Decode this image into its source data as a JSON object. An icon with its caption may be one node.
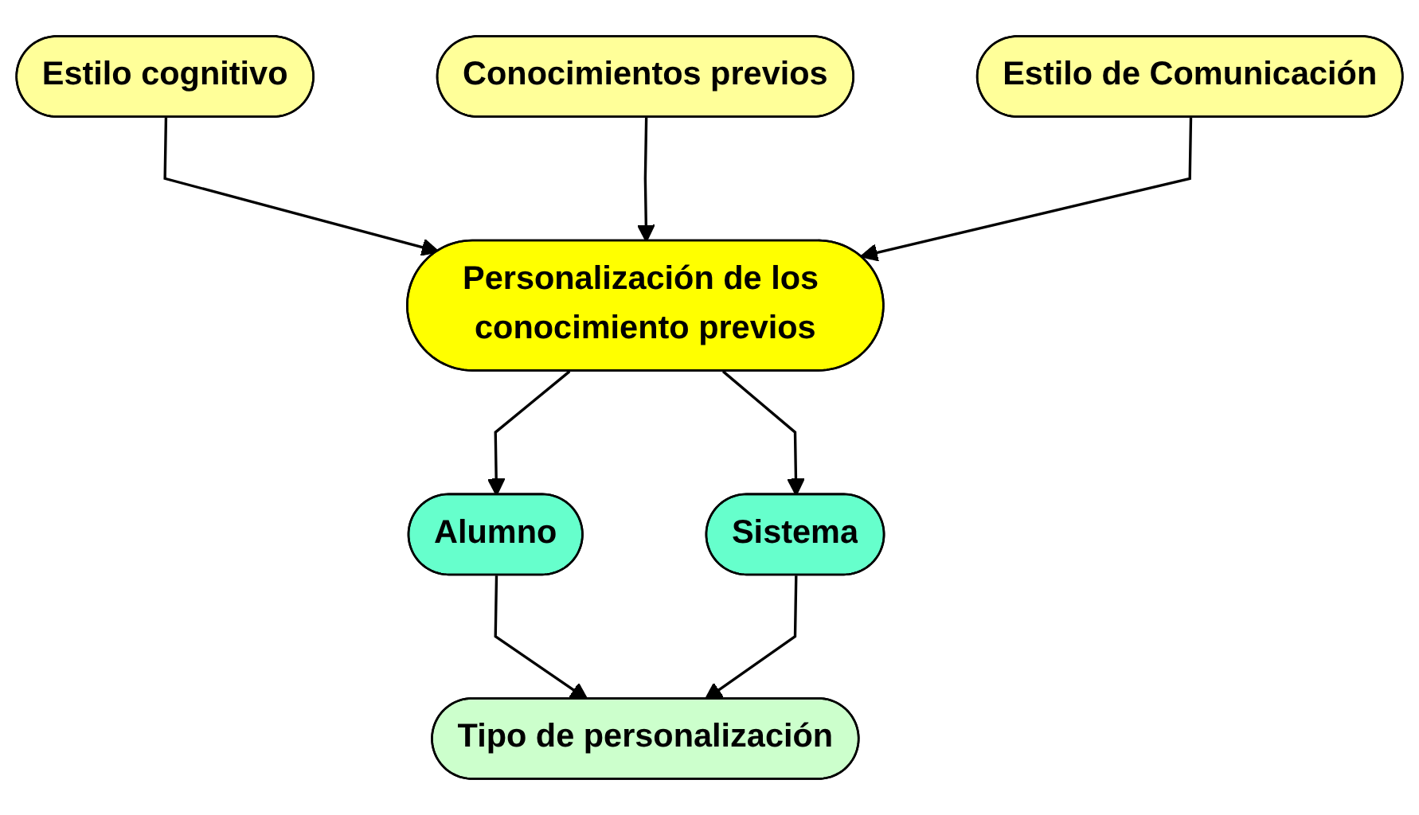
{
  "diagram": {
    "nodes": [
      {
        "text": [
          "Estilo cognitivo"
        ]
      },
      {
        "text": [
          "Conocimientos previos"
        ]
      },
      {
        "text": [
          "Estilo de Comunicación"
        ]
      },
      {
        "text": [
          "Personalización de los conocimiento previos"
        ]
      },
      {
        "text": [
          "Alumno"
        ]
      },
      {
        "text": [
          "Tipo de personalización"
        ]
      },
      {
        "text": [
          "Sistema"
        ]
      }
    ],
    "edges": [
      {
        "from": 0,
        "to": 3,
        "arrow": "to"
      },
      {
        "from": 1,
        "to": 3,
        "arrow": "to"
      },
      {
        "from": 2,
        "to": 3,
        "arrow": "to"
      },
      {
        "from": 3,
        "to": 4,
        "arrow": "to"
      },
      {
        "from": 3,
        "to": 6,
        "arrow": "to"
      },
      {
        "from": 4,
        "to": 5,
        "arrow": "to"
      },
      {
        "from": 6,
        "to": 5,
        "arrow": "to"
      }
    ]
  }
}
